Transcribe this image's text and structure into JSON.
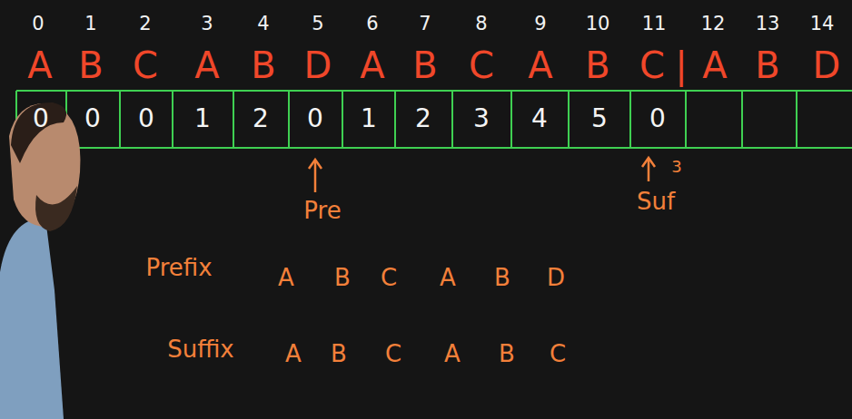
{
  "diagram": {
    "labels": [
      "0",
      "1",
      "2",
      "3",
      "4",
      "5",
      "6",
      "7",
      "8",
      "9",
      "10",
      "11",
      "12",
      "13",
      "14",
      "A",
      "B",
      "C",
      "A",
      "B",
      "D",
      "A",
      "B",
      "C",
      "A",
      "B",
      "C",
      "|",
      "A",
      "B",
      "D",
      "0",
      "0",
      "0",
      "1",
      "2",
      "0",
      "1",
      "2",
      "3",
      "4",
      "5",
      "0",
      "Pre",
      "Suf",
      "3",
      "Prefix",
      "A",
      "B",
      "C",
      "A",
      "B",
      "D",
      "Suffix",
      "A",
      "B",
      "C",
      "A",
      "B",
      "C"
    ]
  }
}
